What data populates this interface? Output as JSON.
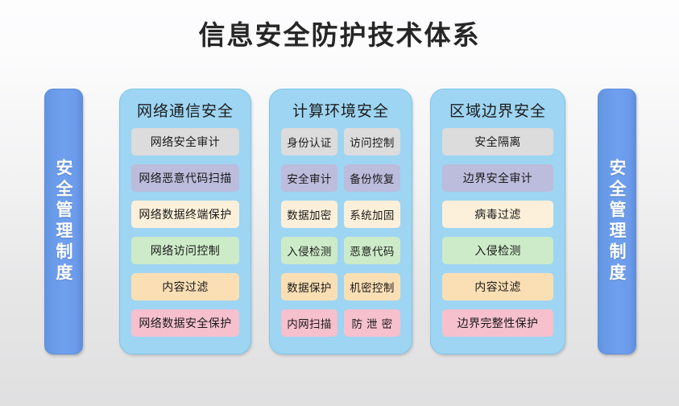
{
  "title": "信息安全防护技术体系",
  "sidebars": {
    "left": {
      "label": "安全管理制度"
    },
    "right": {
      "label": "安全管理制度"
    }
  },
  "colors": {
    "background_top": "#fdfdfe",
    "background_bottom": "#e0e0e1",
    "sidebar_blue": "#6fa0ef",
    "panel_blue": "#9ed5f2",
    "chip_gray": "#dcdcdc",
    "chip_purple": "#bcbcdc",
    "chip_cream": "#fdf0da",
    "chip_green": "#cdebc8",
    "chip_orange": "#fbdfb4",
    "chip_pink": "#f6c0cd",
    "title_text": "#262626"
  },
  "columns": [
    {
      "title": "网络通信安全",
      "rows": [
        {
          "color": "c-gray",
          "chips": [
            "网络安全审计"
          ]
        },
        {
          "color": "c-purple",
          "chips": [
            "网络恶意代码扫描"
          ]
        },
        {
          "color": "c-cream",
          "chips": [
            "网络数据终端保护"
          ]
        },
        {
          "color": "c-green",
          "chips": [
            "网络访问控制"
          ]
        },
        {
          "color": "c-orange",
          "chips": [
            "内容过滤"
          ]
        },
        {
          "color": "c-pink",
          "chips": [
            "网络数据安全保护"
          ]
        }
      ]
    },
    {
      "title": "计算环境安全",
      "rows": [
        {
          "color": "c-gray",
          "chips": [
            "身份认证",
            "访问控制"
          ]
        },
        {
          "color": "c-purple",
          "chips": [
            "安全审计",
            "备份恢复"
          ]
        },
        {
          "color": "c-cream",
          "chips": [
            "数据加密",
            "系统加固"
          ]
        },
        {
          "color": "c-green",
          "chips": [
            "入侵检测",
            "恶意代码"
          ]
        },
        {
          "color": "c-orange",
          "chips": [
            "数据保护",
            "机密控制"
          ]
        },
        {
          "color": "c-pink",
          "chips": [
            "内网扫描",
            "防 泄 密"
          ]
        }
      ]
    },
    {
      "title": "区域边界安全",
      "rows": [
        {
          "color": "c-gray",
          "chips": [
            "安全隔离"
          ]
        },
        {
          "color": "c-purple",
          "chips": [
            "边界安全审计"
          ]
        },
        {
          "color": "c-cream",
          "chips": [
            "病毒过滤"
          ]
        },
        {
          "color": "c-green",
          "chips": [
            "入侵检测"
          ]
        },
        {
          "color": "c-orange",
          "chips": [
            "内容过滤"
          ]
        },
        {
          "color": "c-pink",
          "chips": [
            "边界完整性保护"
          ]
        }
      ]
    }
  ]
}
